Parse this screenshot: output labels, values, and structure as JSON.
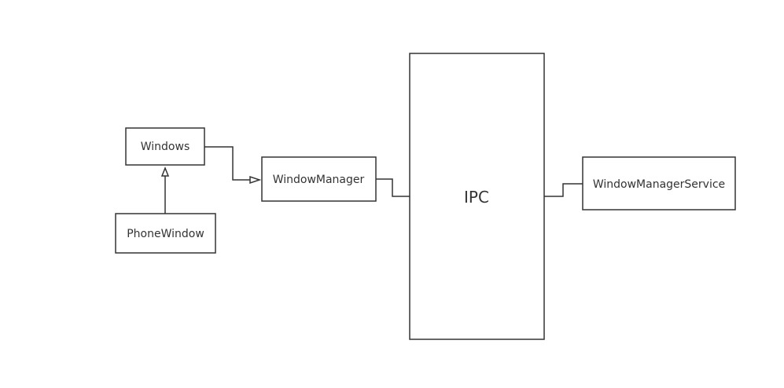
{
  "diagram": {
    "nodes": {
      "windows": {
        "label": "Windows"
      },
      "phone_window": {
        "label": "PhoneWindow"
      },
      "window_manager": {
        "label": "WindowManager"
      },
      "ipc": {
        "label": "IPC"
      },
      "window_manager_service": {
        "label": "WindowManagerService"
      }
    },
    "connections": [
      {
        "from": "phone_window",
        "to": "windows",
        "arrow": "hollow-triangle"
      },
      {
        "from": "windows",
        "to": "window_manager",
        "arrow": "hollow-triangle"
      },
      {
        "from": "window_manager",
        "to": "ipc",
        "arrow": "none"
      },
      {
        "from": "ipc",
        "to": "window_manager_service",
        "arrow": "none"
      }
    ],
    "colors": {
      "stroke": "#333333",
      "text": "#333333",
      "background": "#ffffff"
    }
  }
}
